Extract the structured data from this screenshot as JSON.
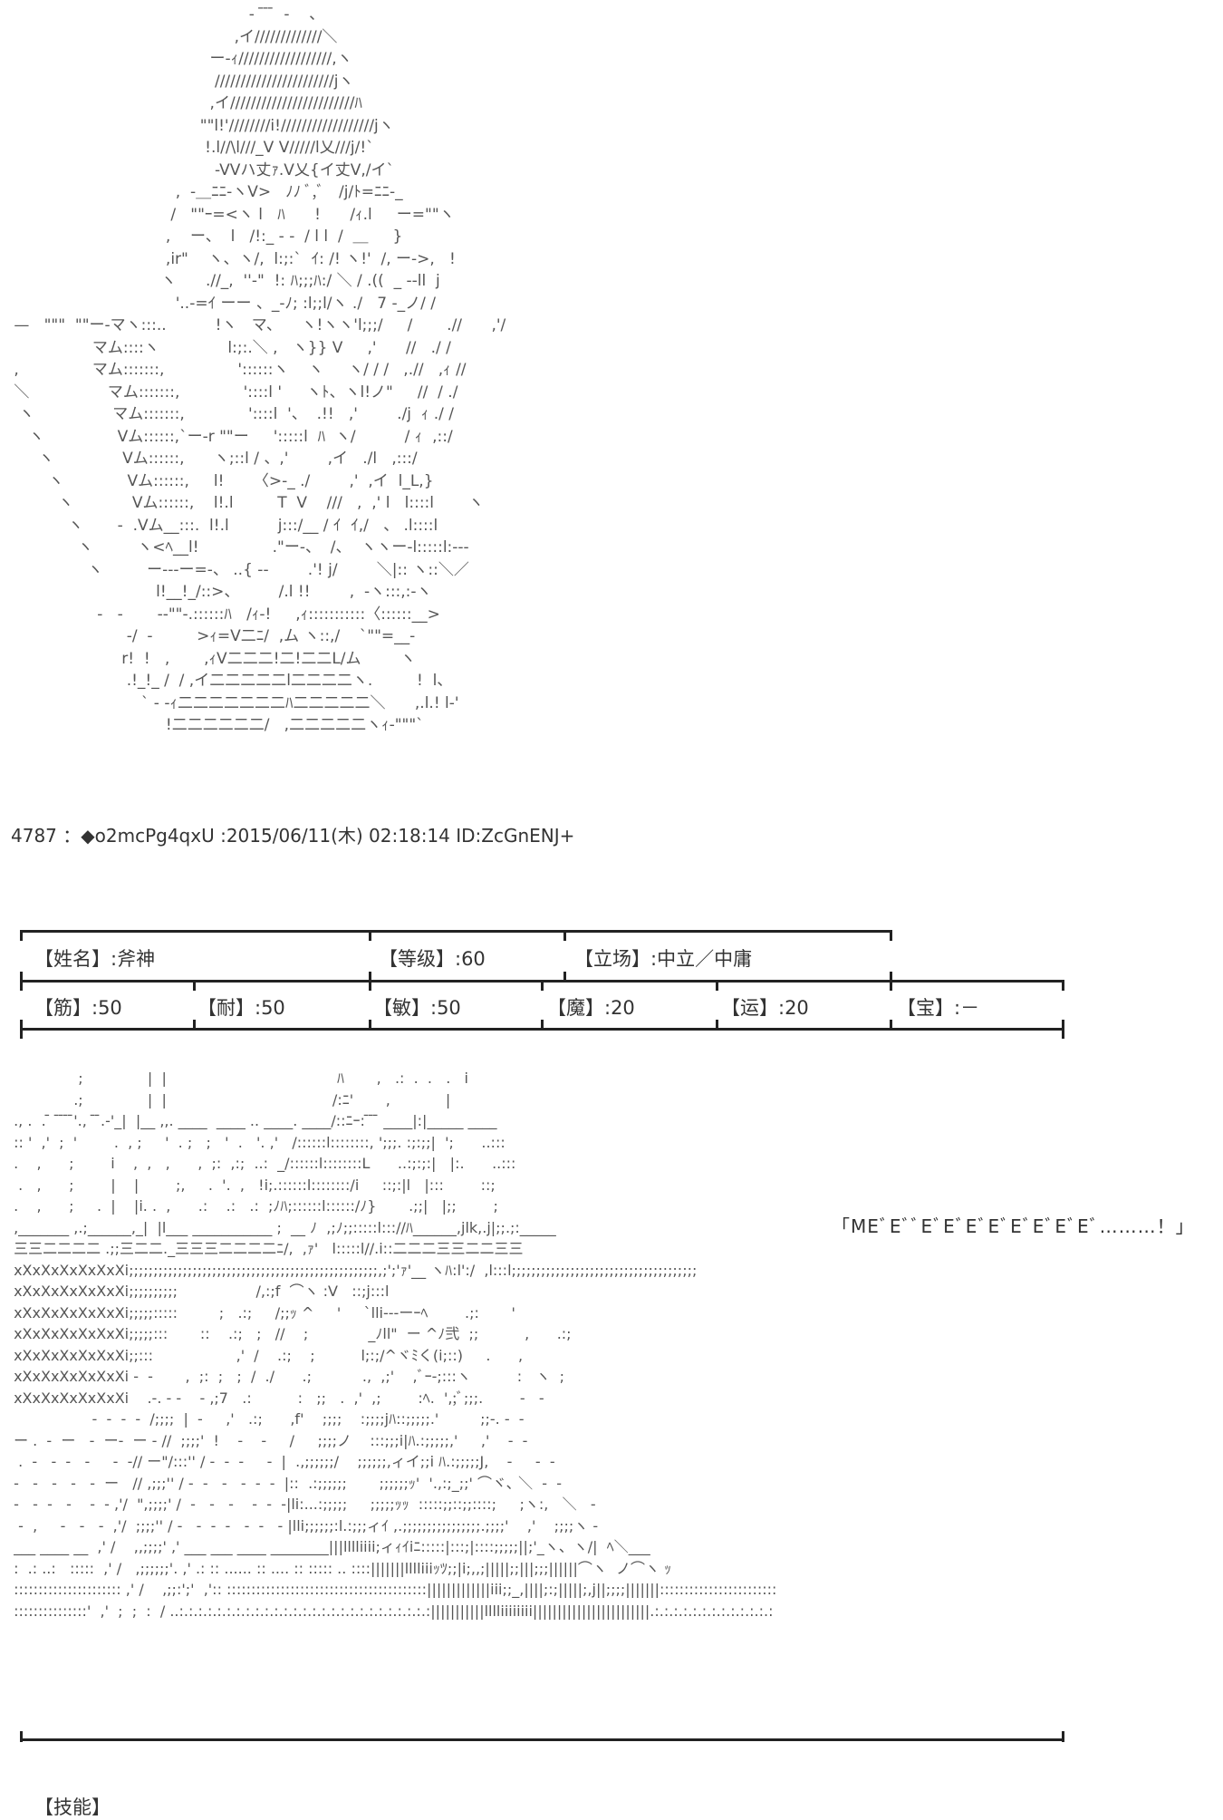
{
  "art_top": "                                                 -  ̄ ̄ ̄  -    、\n                                              ,イ/////////////＼\n                                         ー-ｨ//////////////////,ヽ\n                                          ///////////////////////jヽ\n                                         ,イ////////////////////////ﾊ\n                                       \"\"l!'////////i!//////////////////jヽ\n                                        !.l//\\l///_V V/////l乂///j/!`\n                                          -VVハ丈ｧ.V乂{イ丈V,/イ`\n                                  ,  -＿ﾆﾆ-ヽV>   ﾉﾉ ﾞ,ﾞ   /j/ﾄ=ﾆﾆ-_\n                                 /   \"\"ｰ=<ヽ l   ﾊ      !      /ｨ.l     ー=\"\"ヽ\n                                ,    ー、  l   /!:_ - -  / l l  /  ＿     }\n                                ,ir\"    ヽ、ヽ/,  l:;:`  ｲ: /! ヽ!'  /, ー->,   !\n                               ヽ      .//_,  ''-\"  !: ﾊ;;;ﾊ:/ ＼ / .((  _ --ll  j\n                                  '..-=ｲ ーー 、_-ﾉ; :l;;l/ヽ ./   7 -_ノ/ /\n —   \"\"\"  \"\"ー-マヽ:::..          !ヽ   マ、    ヽ!ヽヽ'l;;;/     /       .//      ,'/\n                 マム::::ヽ              l:;:.＼ ,   ヽ}} V     ,'      //   ./ /\n ,               マム:::::::,               '::::::ヽ    ヽ     ヽ/ / /   ,.//   ,ｨ //\n ＼                マム:::::::,             '::::l '     ヽﾄ、ヽl!ノ\"     //  / ./\n  ヽ                マム:::::::,             '::::l  '、  .!!   ,'        ./j  ｨ ./ /\n    ヽ               Vム::::::,`ー-r \"\"ー     ':::::l  ﾊ  ヽ/          / ｨ  ,::/\n      ヽ              Vム::::::,      ヽ;::l / 、,'        ,イ   ./l   ,:::/\n        ヽ             Vム::::::,     l!      〈>-_ ./        ,'  ,イ  l_L,}\n          ヽ            Vム::::::,    l!.l         T  V    ///   ,  ,' l   l::::l       ヽ\n            ヽ       -  .Vム__:::.  l!.l          j:::/__ / ｲ  ｲ,/   、 .l::::l\n              ヽ         ヽ<ﾍ__l!               .\"ー-、  /、  ヽヽー-l:::::l:---\n                ヽ         ー---ー=-、 ..{ --        .'! j/        ＼|:: ヽ::＼／\n                              l!__!_/::>、        /.l !!        ,  -ヽ:::,:-ヽ\n                  -   -       --\"\"-.::::::ﾊ   /ｨ-!     ,ｨ:::::::::::〈::::::__>\n                        -/  -         >ｨ=V二ﾆ/  ,ム ヽ::,/    `\"\"=__-\n                       r!  !   ,       ,ｨV二二二!二!二二L/ム        ヽ\n                        .!_!_ /  / ,イ二二二二二l二二二二ヽ.         !  l、\n                           ` - -ｨ二二二二二二二ﾊ二二二二二＼      ,.l.! l-'\n                                !二二二二二二/   ,二二二二二ヽｨ-\"\"\"`",
  "post_header": "4787 ：◆o2mcPg4qxU :2015/06/11(木) 02:18:14 ID:ZcGnENJ+",
  "status": {
    "row1": [
      "【姓名】:斧神",
      "【等级】:60",
      "【立场】:中立／中庸"
    ],
    "row2": [
      "【筋】:50",
      "【耐】:50",
      "【敏】:50",
      "【魔】:20",
      "【运】:20",
      "【宝】:－"
    ]
  },
  "art_bottom": "               ;              |  |                                     ﾊ       ,   .:  .  .   .   i\n              .;              |  |                                    /:ﾆ'       ,            |\n ., .  . ̄  ̄ ̄ ̄ ̄'.,  ̄ ̄.-'_|  |__ ,,. ____  ____ .. ____. ____/::ﾆｰ: ̄ ̄ ̄ ____|:|_____ ____\n :: '  ,'  ;  '        .  , ;     '  . ;   ;   '  .   '. ,'   /::::::l::::::::, ';;;. :;:;;|  ';      ..:::\n .    ,      ;        i    ,  ,   ,      ,  ;:  ,:;  ..:  _/::::::l::::::::L      ..:;:;:|   |:.      ..:::\n  .   ,      ;        |    |        ;,     .  '.  ,   !i;.::::::l::::::::/i     ::;:|l   |:::        ::;\n .    ,      ;     .  |    |i. .  ,      .:    .:   .:  ;ﾉﾊ;::::::l::::::/ﾉ}       .;;|   |;;        ;\n ,_______ ,.;______,_|  |l___ ___________ ;  __ ﾉ  ,;ﾉ;;:::::l::://ﾊ______,jlk,.j|;;.;:_____\n 三三二二二二 .;;三二二._三三三二二二二ﾆ/,  ,ｧ'   l:::::l//.i::二二二三三二二三三\n xXxXxXxXxXxXi;;;;;;;;;;;;;;;;;;;;;;;;;;;;;;;;;;;;;;;;;;;;;;;;;;;,;';'ｧ'__ ヽﾊ:l':/  ,l:::l;;;;;;;;;;;;;;;;;;;;;;;;;;;;;;;;;;;;;;\n xXxXxXxXxXxXi;;;;;;;;;;                 /,:;f  ⌒ヽ :V   ::;j:::l\n xXxXxXxXxXxXi;;;;;:::::         ;   .:;     /;;ｯ ^     '     `lli---ーｰﾍ        .;:       '\n xXxXxXxXxXxXi;;;;;:::       ::    .:;   ;   //    ;             _ﾉll\"  ー ^ﾉ弐  ;;          ,      .:;\n xXxXxXxXxXxXi;;:::                  ,'  /    .:;    ;          l;:;/^ヾﾐく(i;::)     .      ,\n xXxXxXxXxXxXi -  -       ,  ;:  ;   ;  /  ./      .;           .,  ,;'    ,ﾞｰ-;:::ヽ          :   ヽ  ;\n xXxXxXxXxXxXi    .-. - -    - ,;7   .:          :   ;;   .  ,'  ,;        :ﾍ.  ',;ﾞ;;;.        -   -\n                  -  -  -  -  /;;;;  |  -     ,'   .:;      ,f'    ;;;;    :;;;;jﾊ::;;;;;.'         ;;-. -  -\n ー .  -  ー   -  ー-  ー - //  ;;;;'  !    -    -     /     ;;;;ノ    :::;;;i|ﾊ.:;;;;;,'     ,'    -  -\n  .  -   -  -   -     -  -// ー\"/:::'' / -  -  -     -  |  .,;;;;;;/    ;;;;;;,ィイ;;i ﾊ.:;;;;;J,    -     -  -\n -   -   -   -   -  ー   // ,;;;'' / -  -   -   -  -  -  |::  .:;;;;;;       ;;;;;;ｯ'  '.,:;_;;' ⌒ヾ､ ＼  -  -\n -   -  -   -    -  - ,'/  \",;;;;' /  -   -   -    -  -  -|li:...:;;;;;     ;;;;;ｯｯ  :::::;;::;;::::;     ;ヽ:,   ＼   -\n  -  ,     -   -   -  ,'/  ;;;;'' / -   -  -  -   -  -   - |lli;;;;;;:l.:;;;ィｲ ,.;;;;;;;;;;;;;;;;.;;;;'    ,'    ;;;;ヽ -\n ___ ____ __  ,' /    ,,;;;;' ,' ___ ___ ____ ________|||lllliiii;ィｨｲiﾆ:::::|:::;|::::;;;;;||;'_ヽ、ヽ/|  ﾍ＼___\n :  .: ..:   :::::  ,' /   ,;;;;;;'. ,' .: :: ...... :: .... :: ::::: .. ::::|||||||lllliiiｯﾂ;;|i;,,;|||||;;|||;;;||||||⌒ヽ  ノ⌒ヽ ｯ\n :::::::::::::::::::::: ,' /    ,;;:';'  ,':: :::::::::::::::::::::::::::::::::::::::::|||||||||||||iii;;_,||||;:;|||||;,j||;;;;|||||||::::::::::::::::::::::::\n :::::::::::::::'  ,'  ;  ;  :  / ..:.:.:.:.:.:.:.:.:.:.:.:.:.:.:.:.:.:.:.:.:.:.:.:.:.:.:|||||||||||lllliiiiiiii||||||||||||||||||||||||.:.:.:.:.:.:.:.:.:.:.:.:.:",
  "dialogue": "「MEﾞEﾞﾞEﾞEﾞEﾞEﾞEﾞEﾞEﾞEﾞ………！」",
  "section_label": "【技能】"
}
